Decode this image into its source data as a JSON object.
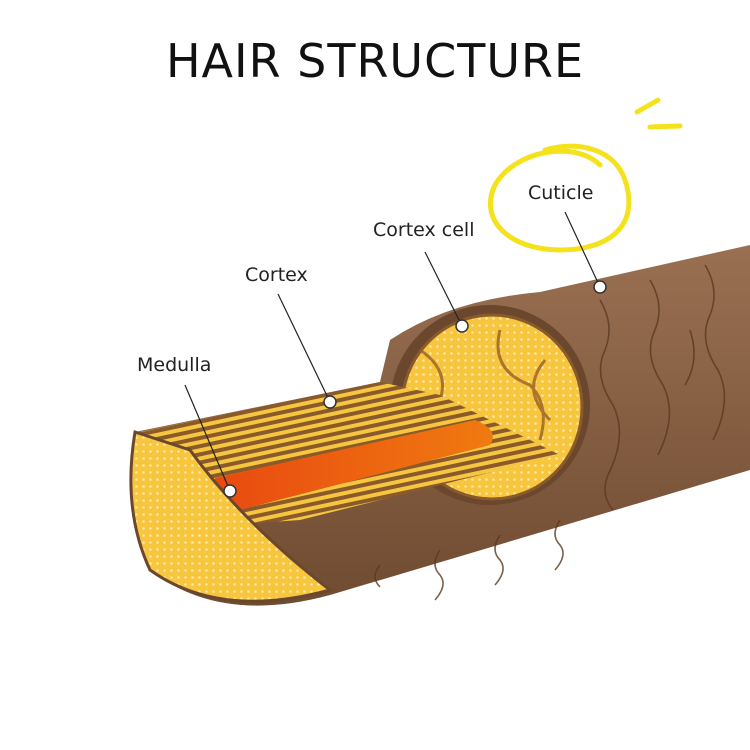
{
  "title": "HAIR STRUCTURE",
  "labels": {
    "cuticle": "Cuticle",
    "cortex_cell": "Cortex cell",
    "cortex": "Cortex",
    "medulla": "Medulla"
  },
  "colors": {
    "shaft": "#8a6244",
    "shaft_dark": "#6b472e",
    "cortex_yellow": "#f6c23c",
    "medulla": "#ee5a10",
    "highlight": "#f3e21c"
  }
}
